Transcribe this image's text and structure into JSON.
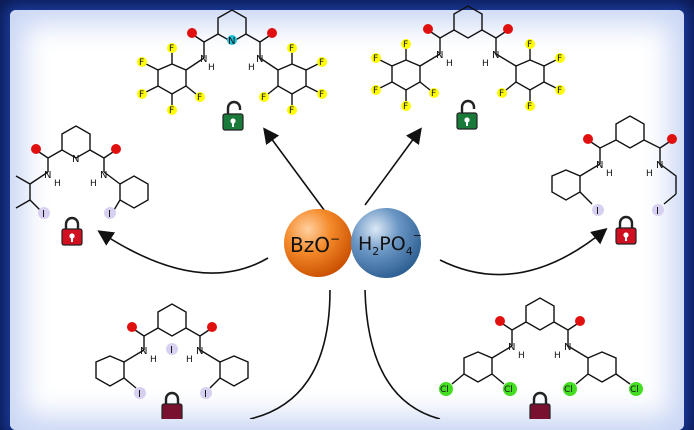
{
  "anions": {
    "benzoate": {
      "label": "BzO",
      "charge": "−",
      "color": "#f07a1a"
    },
    "phosphate": {
      "h": "H",
      "h_sub": "2",
      "po": "PO",
      "po_sub": "4",
      "charge": "−",
      "color": "#4a7fb5"
    }
  },
  "atoms": {
    "N": "N",
    "H": "H",
    "F": "F",
    "I": "I",
    "Cl": "Cl"
  },
  "colors": {
    "oxygen": "#e01010",
    "pyridine_n": "#20c0d8",
    "fluorine": "#ffff00",
    "iodine": "#d8d0f0",
    "chlorine": "#44dd22",
    "unlocked": "#1a7a3a",
    "locked": "#d01020",
    "locked_dark": "#7a1030",
    "frame": "#0b1a52",
    "glow": "#c9d6f4"
  },
  "molecules": [
    {
      "id": "pyridine-pentafluorophenyl",
      "lock": "unlocked-padlock-icon"
    },
    {
      "id": "isophthalamide-pentafluorophenyl",
      "lock": "unlocked-padlock-icon"
    },
    {
      "id": "pyridine-iodophenyl",
      "lock": "locked-padlock-icon"
    },
    {
      "id": "isophthalamide-iodophenyl-right",
      "lock": "locked-padlock-icon"
    },
    {
      "id": "isophthalamide-iodophenyl-bottom",
      "lock": "locked-padlock-icon"
    },
    {
      "id": "isophthalamide-dichlorophenyl",
      "lock": "locked-padlock-icon"
    }
  ]
}
